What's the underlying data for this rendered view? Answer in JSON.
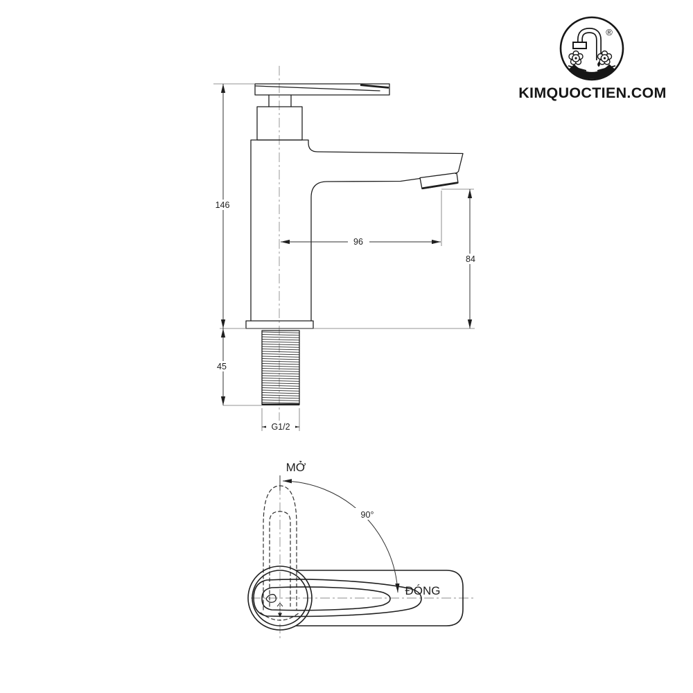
{
  "brand": {
    "website": "KIMQUOCTIEN.COM",
    "registered_mark": "®",
    "logo_icon": "faucet-with-flower-handles-in-circle"
  },
  "colors": {
    "background": "#ffffff",
    "line": "#1f1f1f",
    "thin_line": "#6f6f6f",
    "centerline": "#8d8d8d"
  },
  "side_view": {
    "dim_total_height": "146",
    "dim_spout_reach": "96",
    "dim_spout_height": "84",
    "dim_shank_length": "45",
    "dim_thread": "G1/2"
  },
  "top_view": {
    "label_open": "MỞ",
    "label_close": "ĐÓNG",
    "label_angle": "90°"
  }
}
